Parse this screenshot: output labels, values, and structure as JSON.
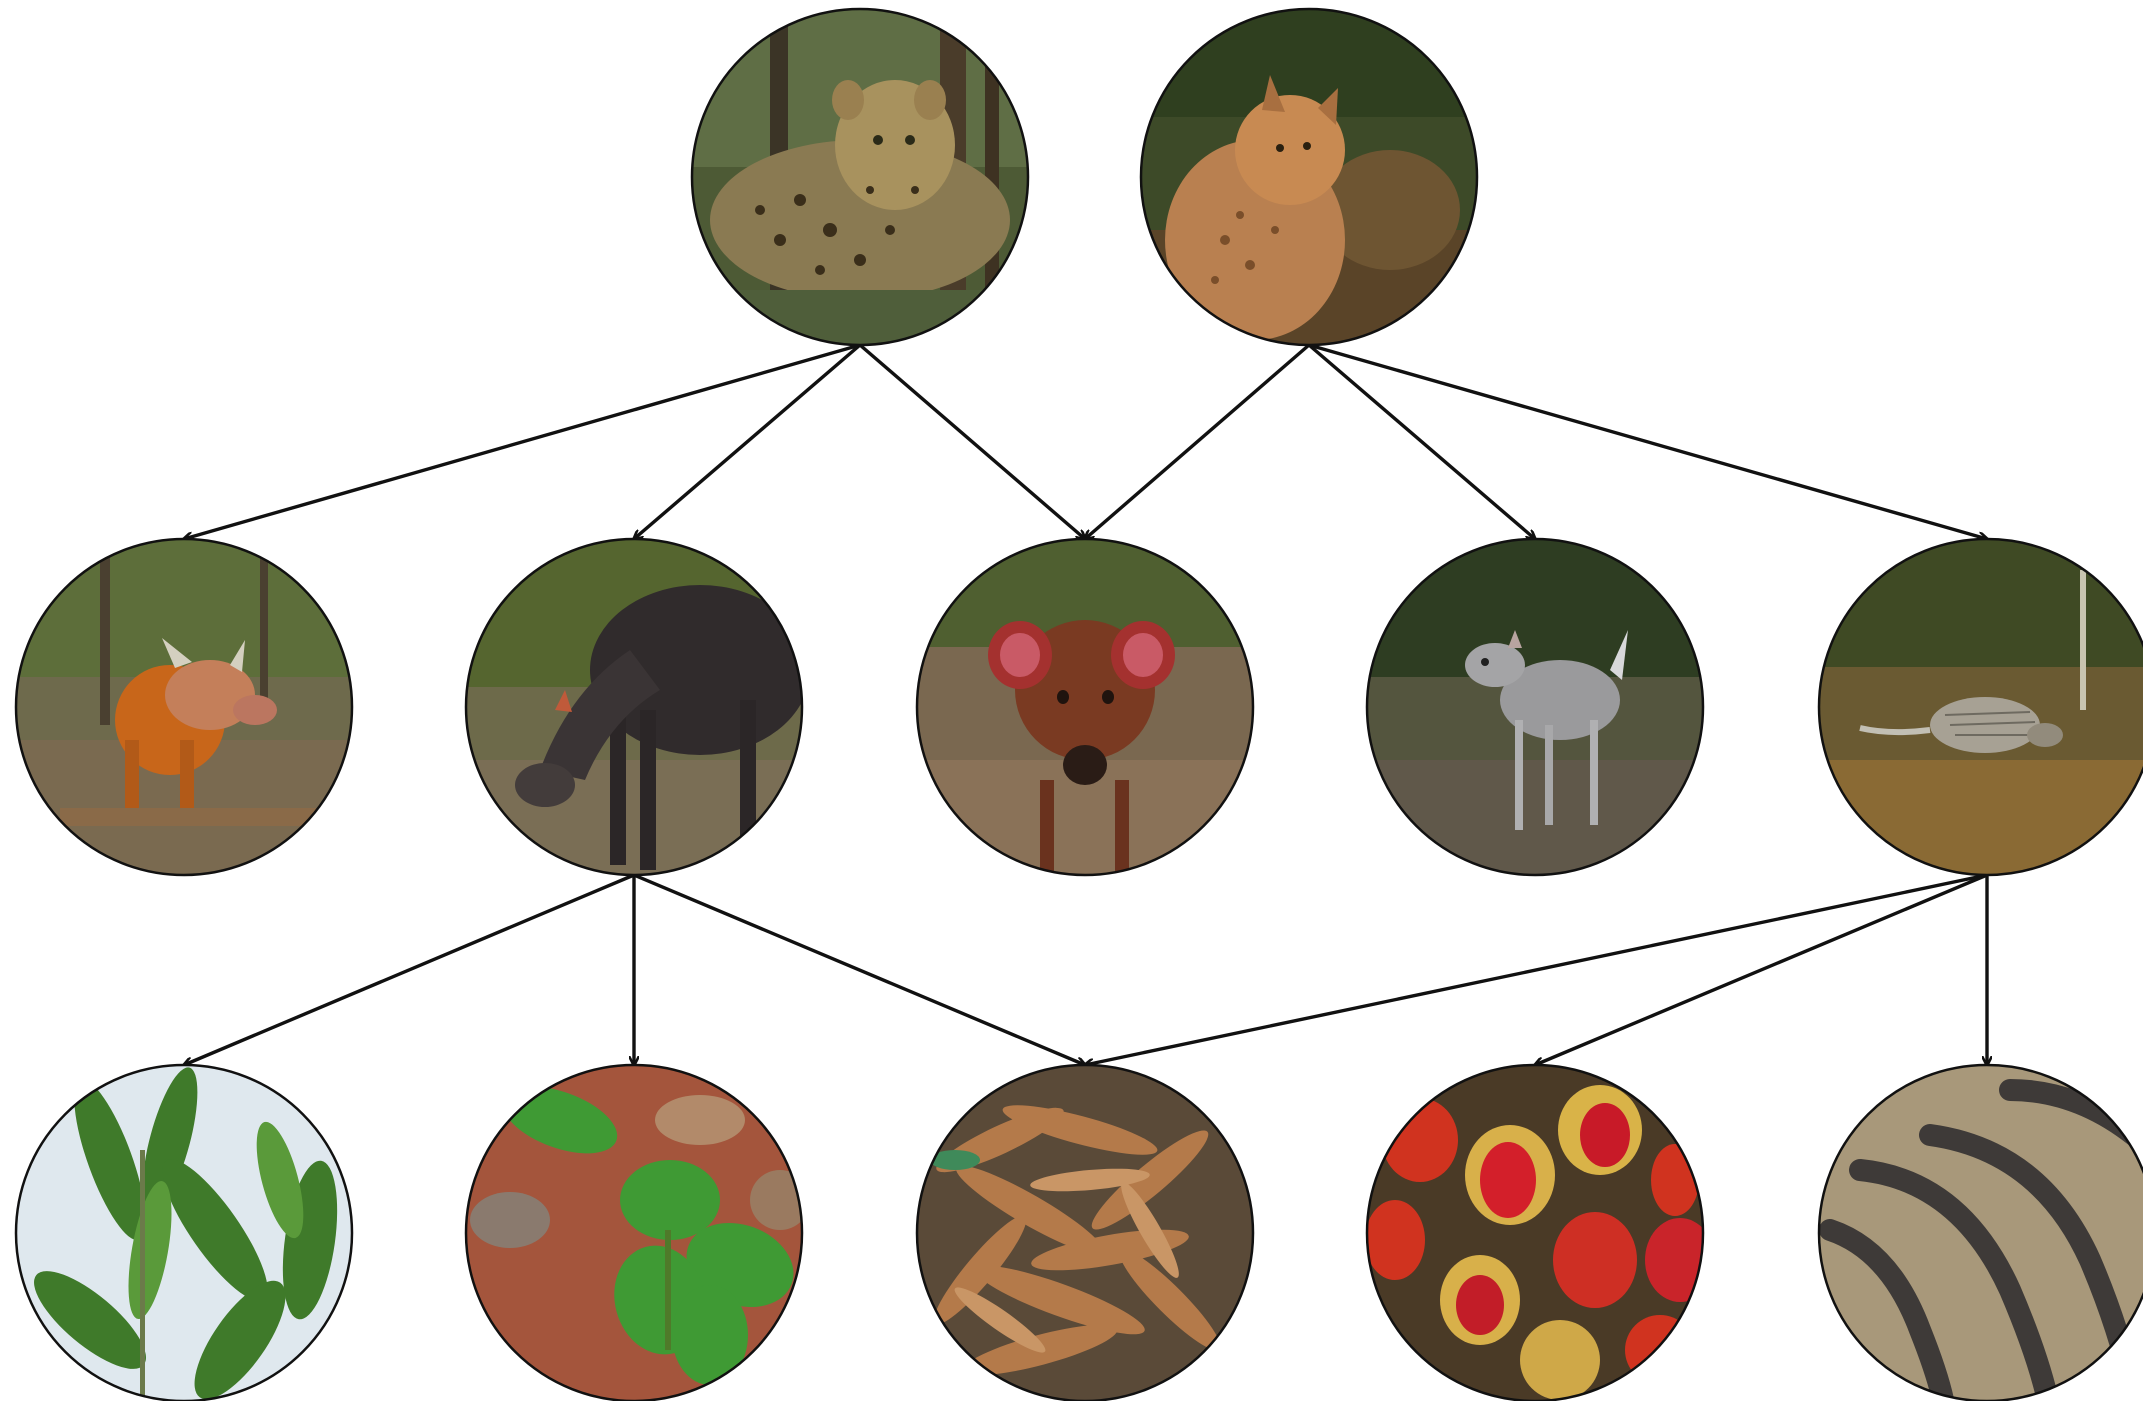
{
  "food_web": {
    "nodes": [
      {
        "id": "leopard",
        "icon": "leopard-photo",
        "tier": "predator"
      },
      {
        "id": "golden-cat",
        "icon": "african-golden-cat-photo",
        "tier": "predator"
      },
      {
        "id": "red-river-hog",
        "icon": "red-river-hog-photo",
        "tier": "herbivore"
      },
      {
        "id": "yellow-backed-duiker",
        "icon": "yellow-backed-duiker-photo",
        "tier": "herbivore"
      },
      {
        "id": "red-duiker",
        "icon": "red-duiker-photo",
        "tier": "herbivore"
      },
      {
        "id": "blue-duiker",
        "icon": "blue-duiker-photo",
        "tier": "herbivore"
      },
      {
        "id": "brush-tailed-porcupine",
        "icon": "brush-tailed-porcupine-photo",
        "tier": "herbivore"
      },
      {
        "id": "tree-leaves",
        "icon": "tree-leaves-photo",
        "tier": "plant"
      },
      {
        "id": "seedling",
        "icon": "seedling-photo",
        "tier": "plant"
      },
      {
        "id": "seed-pods",
        "icon": "dry-seed-pods-photo",
        "tier": "plant"
      },
      {
        "id": "red-fruits",
        "icon": "red-fruits-photo",
        "tier": "plant"
      },
      {
        "id": "long-pods",
        "icon": "long-dark-pods-photo",
        "tier": "plant"
      }
    ],
    "edges": [
      {
        "from": "leopard",
        "to": "red-river-hog"
      },
      {
        "from": "leopard",
        "to": "yellow-backed-duiker"
      },
      {
        "from": "leopard",
        "to": "red-duiker"
      },
      {
        "from": "golden-cat",
        "to": "red-duiker"
      },
      {
        "from": "golden-cat",
        "to": "blue-duiker"
      },
      {
        "from": "golden-cat",
        "to": "brush-tailed-porcupine"
      },
      {
        "from": "yellow-backed-duiker",
        "to": "tree-leaves"
      },
      {
        "from": "yellow-backed-duiker",
        "to": "seedling"
      },
      {
        "from": "yellow-backed-duiker",
        "to": "seed-pods"
      },
      {
        "from": "brush-tailed-porcupine",
        "to": "seed-pods"
      },
      {
        "from": "brush-tailed-porcupine",
        "to": "red-fruits"
      },
      {
        "from": "brush-tailed-porcupine",
        "to": "long-pods"
      }
    ]
  },
  "colors": {
    "line": "#111111",
    "background": "#ffffff"
  }
}
